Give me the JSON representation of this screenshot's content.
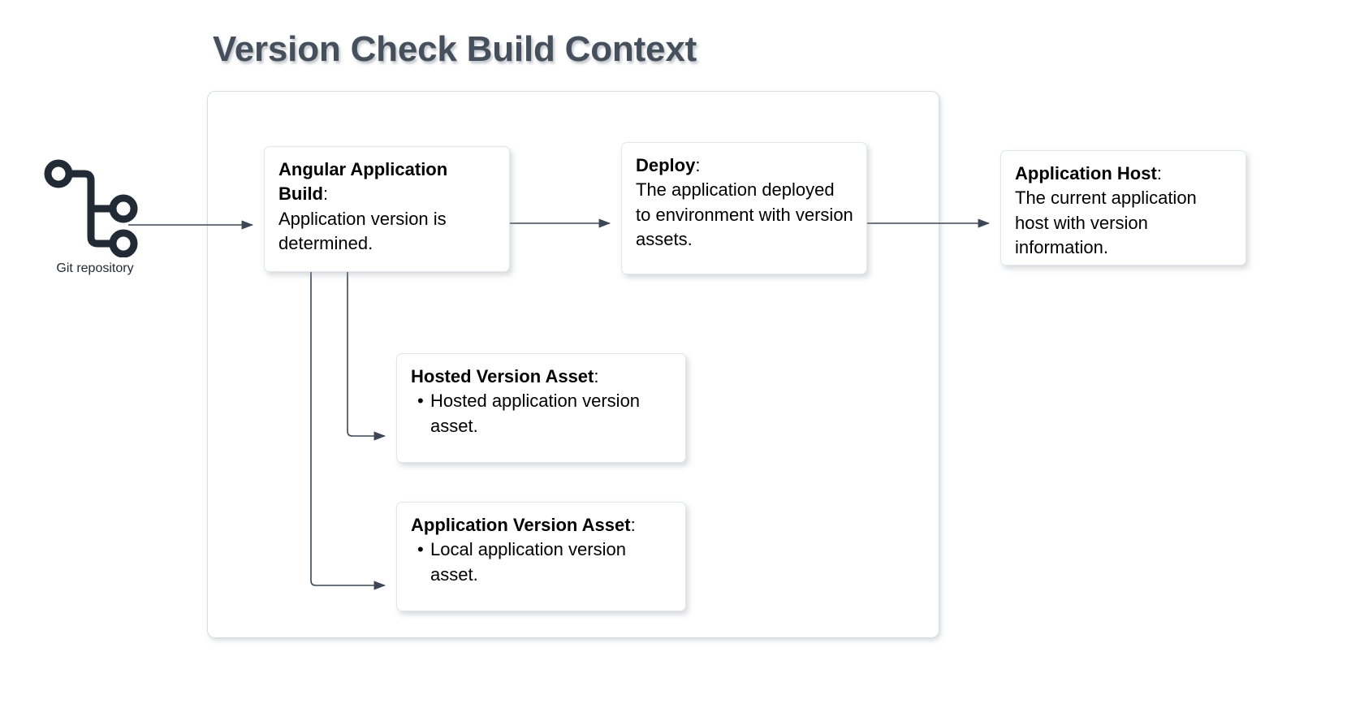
{
  "title": "Version Check Build Context",
  "theme": {
    "title_color": "#46505c",
    "node_color": "#222a35",
    "connector_color": "#3c4654",
    "card_background": "#ffffff",
    "card_border": "#e2e5e9",
    "container_border": "#d9dce1",
    "page_background": "#ffffff"
  },
  "git_node": {
    "icon": "git-branch-icon",
    "label": "Git repository"
  },
  "cards": {
    "angular_build": {
      "title": "Angular Application Build",
      "colon": ":",
      "body": "Application version is determined."
    },
    "deploy": {
      "title": "Deploy",
      "colon": ":",
      "body": "The application deployed to environment with version assets."
    },
    "application_host": {
      "title": "Application Host",
      "colon": ":",
      "body": "The current application host with version information."
    },
    "hosted_version_asset": {
      "title": "Hosted Version Asset",
      "colon": ":",
      "items": [
        "Hosted application version asset."
      ]
    },
    "application_version_asset": {
      "title": "Application Version Asset",
      "colon": ":",
      "items": [
        "Local application version asset."
      ]
    }
  },
  "connectors": [
    {
      "name": "git-to-angular-build",
      "from": "Git repository",
      "to": "Angular Application Build"
    },
    {
      "name": "angular-build-to-deploy",
      "from": "Angular Application Build",
      "to": "Deploy"
    },
    {
      "name": "deploy-to-application-host",
      "from": "Deploy",
      "to": "Application Host"
    },
    {
      "name": "angular-build-to-hosted-version-asset",
      "from": "Angular Application Build",
      "to": "Hosted Version Asset"
    },
    {
      "name": "angular-build-to-application-version-asset",
      "from": "Angular Application Build",
      "to": "Application Version Asset"
    }
  ]
}
